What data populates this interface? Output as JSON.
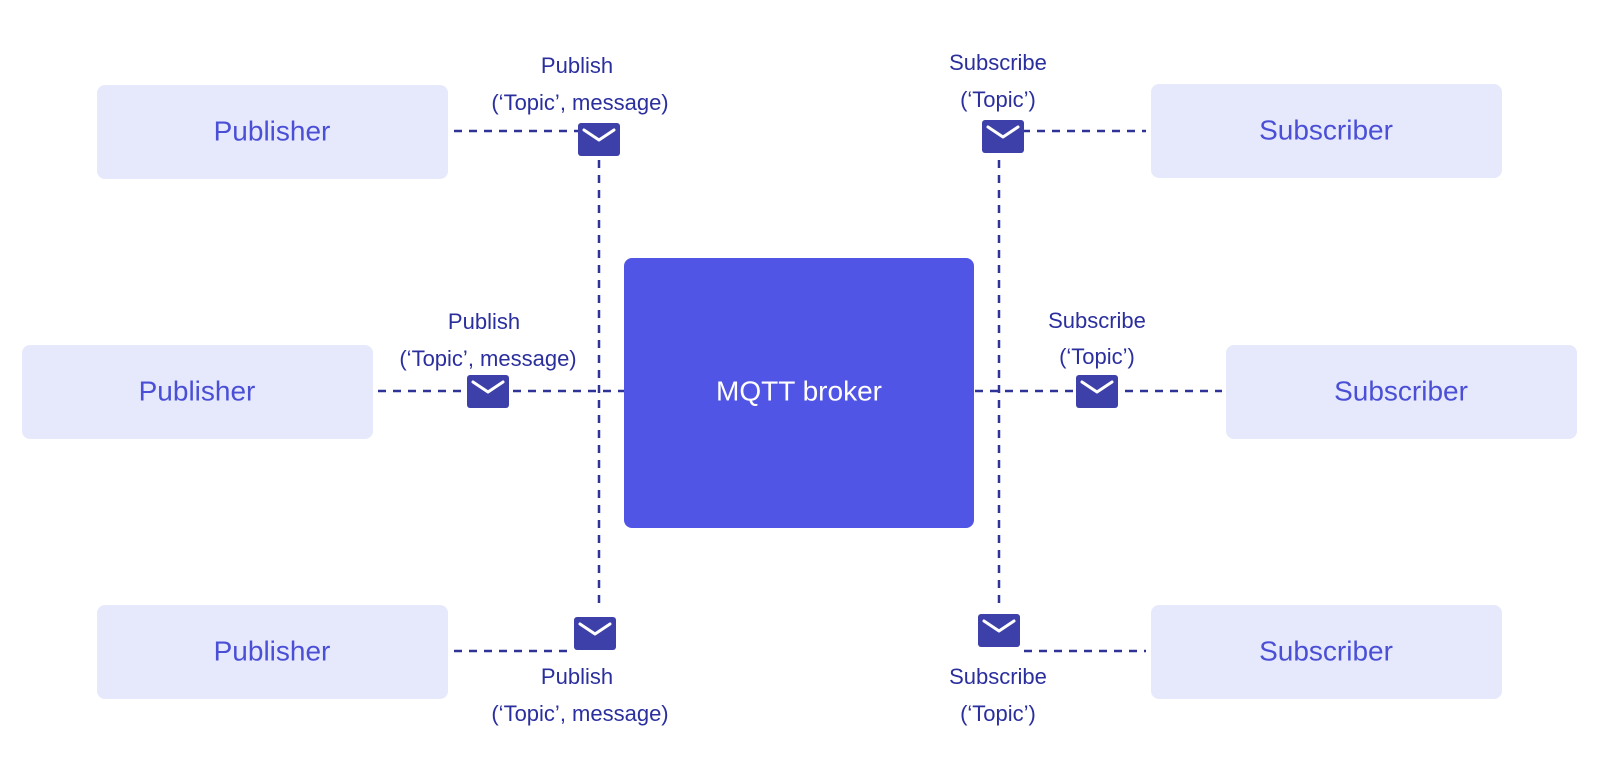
{
  "colors": {
    "node_fill": "#e6e9fc",
    "node_text": "#4a4fd6",
    "broker_fill": "#5155e6",
    "broker_text": "#ffffff",
    "connector": "#2f3397",
    "envelope": "#3d40a8",
    "label_text": "#2b2f9e"
  },
  "broker": {
    "label": "MQTT broker"
  },
  "publishers": [
    {
      "label": "Publisher",
      "action": "Publish",
      "args": "(‘Topic’, message)",
      "icon": "envelope-icon"
    },
    {
      "label": "Publisher",
      "action": "Publish",
      "args": "(‘Topic’, message)",
      "icon": "envelope-icon"
    },
    {
      "label": "Publisher",
      "action": "Publish",
      "args": "(‘Topic’, message)",
      "icon": "envelope-icon"
    }
  ],
  "subscribers": [
    {
      "label": "Subscriber",
      "action": "Subscribe",
      "args": "(‘Topic’)",
      "icon": "envelope-icon"
    },
    {
      "label": "Subscriber",
      "action": "Subscribe",
      "args": "(‘Topic’)",
      "icon": "envelope-icon"
    },
    {
      "label": "Subscriber",
      "action": "Subscribe",
      "args": "(‘Topic’)",
      "icon": "envelope-icon"
    }
  ]
}
